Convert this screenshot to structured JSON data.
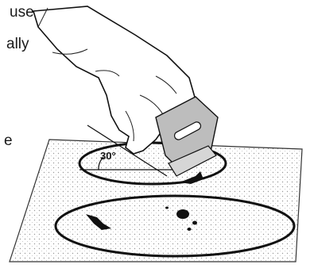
{
  "fragments": {
    "line1": "use",
    "line2": "ally",
    "line3": "e"
  },
  "angle_label": "30°"
}
